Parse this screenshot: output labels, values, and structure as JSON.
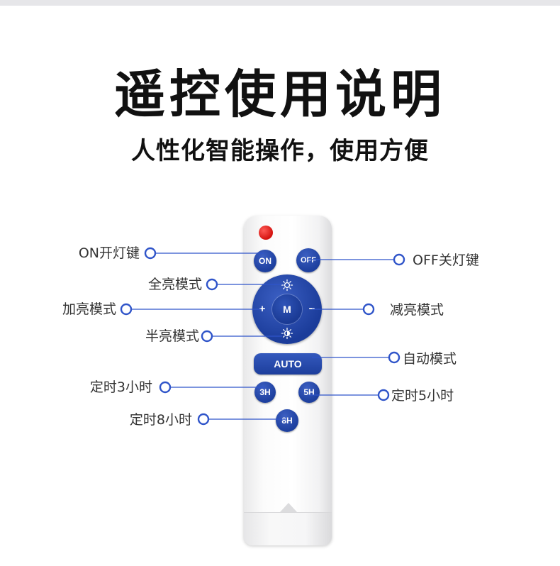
{
  "title": "遥控使用说明",
  "subtitle": "人性化智能操作，使用方便",
  "remote": {
    "on_label": "ON",
    "off_label": "OFF",
    "center_label": "M",
    "plus_label": "+",
    "minus_label": "−",
    "auto_label": "AUTO",
    "btn_3h": "3H",
    "btn_5h": "5H",
    "btn_8h": "8H"
  },
  "callouts": {
    "on": "ON开灯键",
    "off": "OFF关灯键",
    "full": "全亮模式",
    "plus": "加亮模式",
    "minus": "减亮模式",
    "half": "半亮模式",
    "auto": "自动模式",
    "t3": "定时3小时",
    "t5": "定时5小时",
    "t8": "定时8小时"
  },
  "colors": {
    "button_blue": "#1d3f9e",
    "line_blue": "#2f54c9",
    "led_red": "#d4130f"
  },
  "icons": {
    "full_icon": "sun-icon",
    "half_icon": "half-sun-icon"
  }
}
